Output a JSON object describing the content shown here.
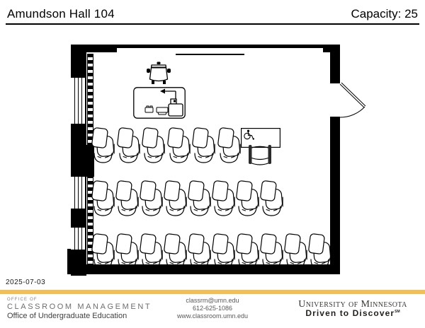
{
  "header": {
    "room_title": "Amundson Hall 104",
    "capacity": "Capacity: 25"
  },
  "date": "2025-07-03",
  "floorplan": {
    "seat_rows": [
      {
        "name": "front row",
        "count": 6
      },
      {
        "name": "middle row",
        "count": 8
      },
      {
        "name": "back row",
        "count": 10
      }
    ],
    "accessible_table_seats": 1,
    "total_capacity": 25,
    "features": [
      "instructor-chair",
      "instructor-desk",
      "lectern",
      "accessible-table",
      "door",
      "windows",
      "radiator",
      "whiteboard"
    ]
  },
  "footer": {
    "office_of": "OFFICE OF",
    "dept": "CLASSROOM MANAGEMENT",
    "sub_dept": "Office of Undergraduate Education",
    "email": "classrm@umn.edu",
    "phone": "612-625-1086",
    "website": "www.classroom.umn.edu",
    "university": "University of Minnesota",
    "tagline": "Driven to Discover",
    "tagline_mark": "SM",
    "accent_color": "#F2BE56"
  }
}
